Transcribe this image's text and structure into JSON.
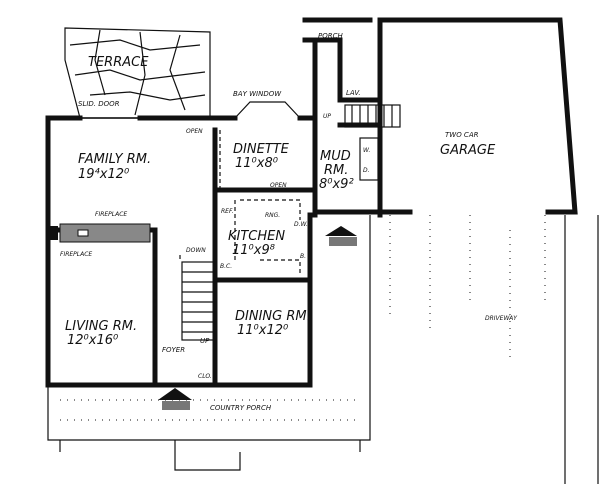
{
  "plan": {
    "rooms": {
      "terrace": "TERRACE",
      "slid_door": "SLID. DOOR",
      "bay_window": "BAY WINDOW",
      "porch": "PORCH",
      "lav": "LAV.",
      "family": {
        "name": "FAMILY RM.",
        "size": "19⁴x12⁰"
      },
      "dinette": {
        "name": "DINETTE",
        "size": "11⁰x8⁰"
      },
      "mud": {
        "name1": "MUD",
        "name2": "RM.",
        "size": "8⁰x9²"
      },
      "garage": {
        "name1": "TWO CAR",
        "name2": "GARAGE"
      },
      "kitchen": {
        "name": "KITCHEN",
        "size": "11⁰x9⁸"
      },
      "living": {
        "name": "LIVING RM.",
        "size": "12⁰x16⁰"
      },
      "dining": {
        "name": "DINING RM.",
        "size": "11⁰x12⁰"
      },
      "foyer": "FOYER",
      "country_porch": "COUNTRY PORCH",
      "driveway": "DRIVEWAY"
    },
    "notes": {
      "open1": "OPEN",
      "open2": "OPEN",
      "fireplace1": "FIREPLACE",
      "fireplace2": "FIREPLACE",
      "down": "DOWN",
      "up_stair": "UP",
      "up_mud": "UP",
      "ref": "REF.",
      "rng": "RNG.",
      "dw": "D.W.",
      "bc": "B.C.",
      "b": "B.",
      "clo": "CLO.",
      "w": "W.",
      "d": "D."
    }
  }
}
